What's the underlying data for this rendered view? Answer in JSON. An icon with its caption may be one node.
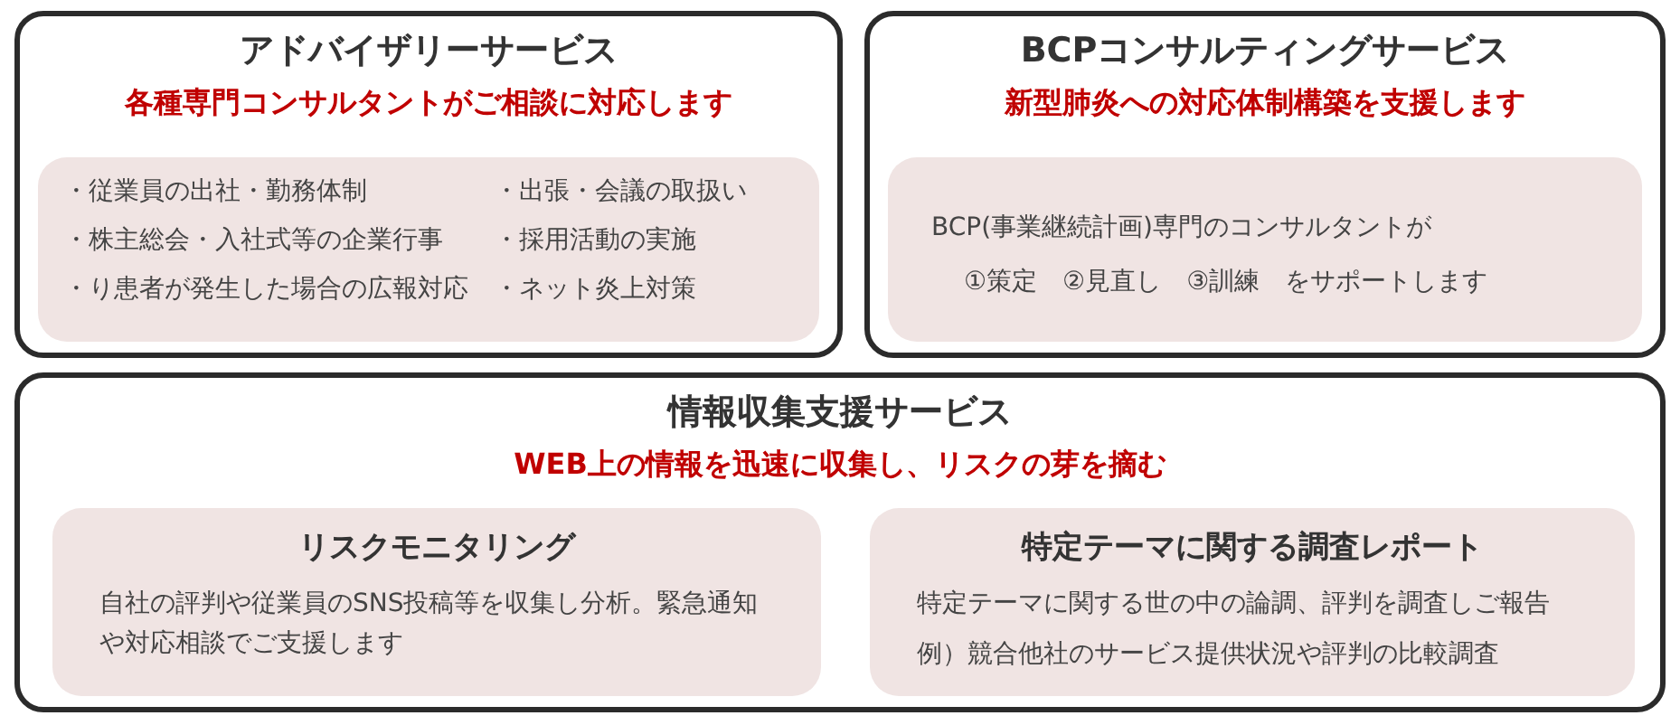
{
  "diagram": {
    "nodes": [
      {
        "text": [
          "アドバイザリーサービス",
          "各種専門コンサルタントがご相談に対応します"
        ]
      },
      {
        "text": [
          "・従業員の出社・勤務体制",
          "・出張・会議の取扱い",
          "・株主総会・入社式等の企業行事",
          "・採用活動の実施",
          "・り患者が発生した場合の広報対応",
          "・ネット炎上対策"
        ],
        "in": 0
      },
      {
        "text": [
          "BCPコンサルティングサービス",
          "新型肺炎への対応体制構築を支援します"
        ]
      },
      {
        "text": [
          "BCP(事業継続計画)専門のコンサルタントが",
          "①策定　②見直し　③訓練　をサポートします"
        ],
        "in": 2
      },
      {
        "text": [
          "情報収集支援サービス",
          "WEB上の情報を迅速に収集し、リスクの芽を摘む"
        ]
      },
      {
        "text": [
          "リスクモニタリング",
          "自社の評判や従業員のSNS投稿等を収集し分析。緊急通知や対応相談でご支援します"
        ],
        "in": 4
      },
      {
        "text": [
          "特定テーマに関する調査レポート",
          "特定テーマに関する世の中の論調、評判を調査しご報告",
          "例）競合他社のサービス提供状況や評判の比較調査"
        ],
        "in": 4
      }
    ],
    "edges": []
  }
}
